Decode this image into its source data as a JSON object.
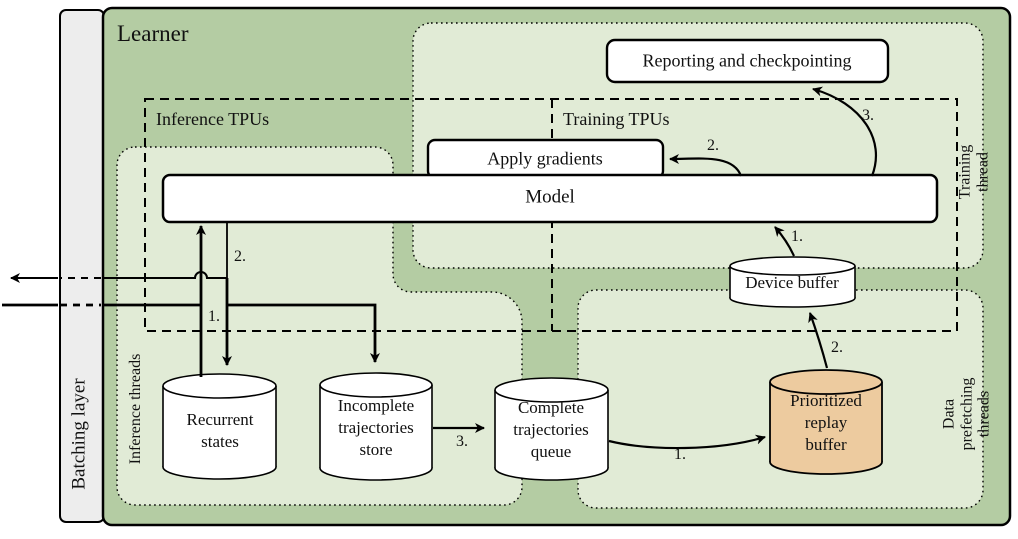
{
  "diagram_title": "Learner",
  "tpu_groups": {
    "inference": "Inference TPUs",
    "training": "Training TPUs"
  },
  "boxes": {
    "reporting": "Reporting and checkpointing",
    "apply_gradients": "Apply gradients",
    "model": "Model"
  },
  "stores": {
    "recurrent_states": "Recurrent\nstates",
    "incomplete_trajectories": "Incomplete\ntrajectories\nstore",
    "complete_trajectories": "Complete\ntrajectories\nqueue",
    "prioritized_replay": "Prioritized\nreplay\nbuffer",
    "device_buffer": "Device buffer"
  },
  "side_labels": {
    "batching_layer": "Batching layer",
    "inference_threads": "Inference threads",
    "training_thread": "Training thread",
    "data_prefetching_threads": "Data prefetching\nthreads"
  },
  "step_labels": {
    "inference_1": "1.",
    "inference_2": "2.",
    "trajectory_3": "3.",
    "queue_to_replay_1": "1.",
    "replay_to_device_2": "2.",
    "device_to_model_1": "1.",
    "apply_gradients_2": "2.",
    "reporting_3": "3."
  },
  "colors": {
    "learner_bg": "#b4cca3",
    "thread_region_bg": "#e1ebd6",
    "replay_buffer_fill": "#edcb9f",
    "batching_layer_fill": "#ededed",
    "box_fill": "#ffffff",
    "line": "#000000"
  }
}
